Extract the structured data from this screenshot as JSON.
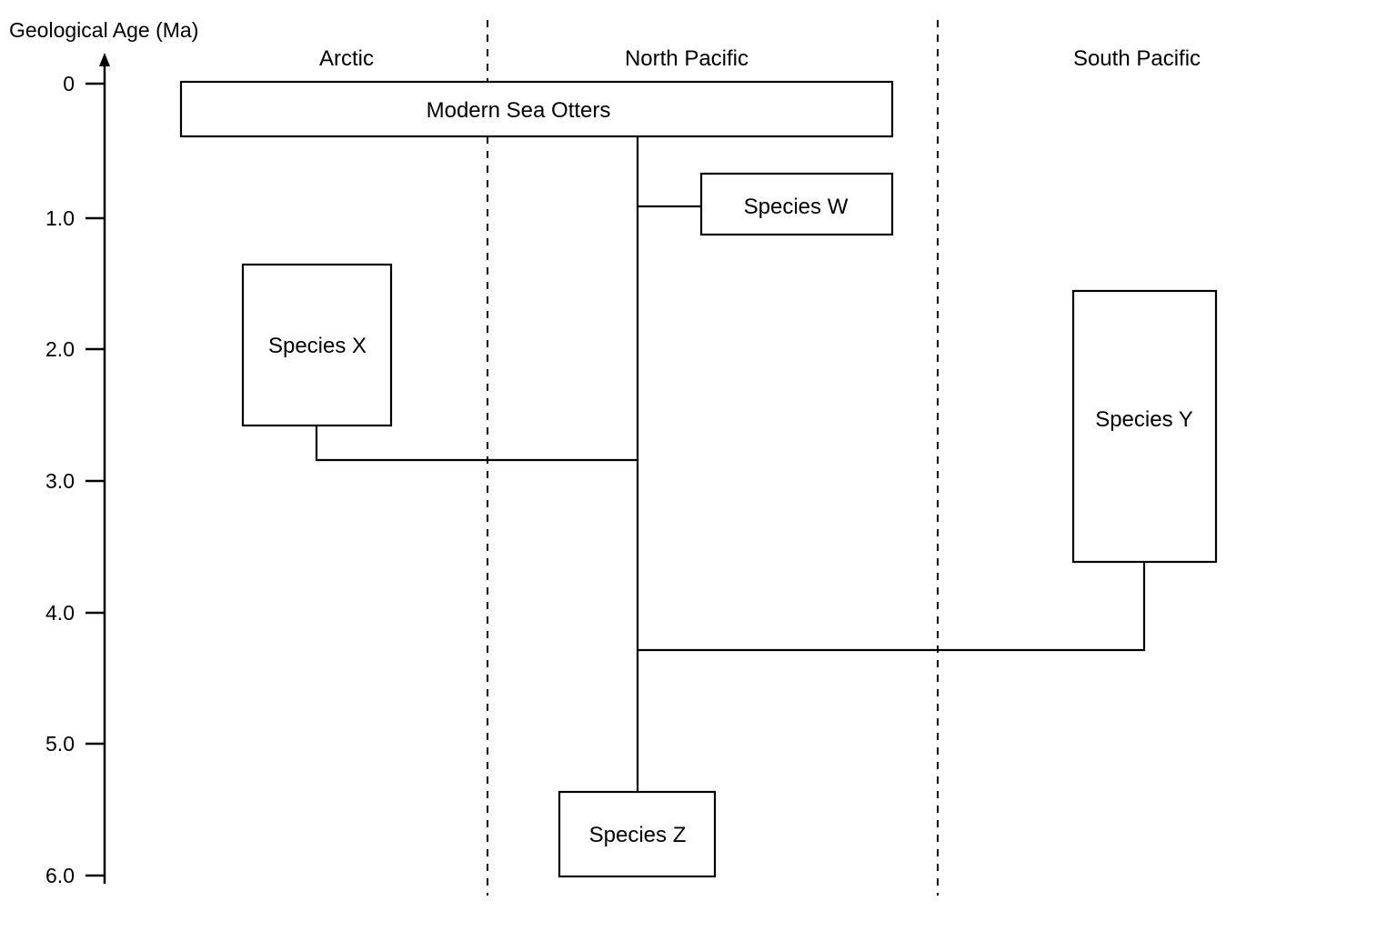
{
  "axis": {
    "title": "Geological Age (Ma)",
    "ticks": [
      "0",
      "1.0",
      "2.0",
      "3.0",
      "4.0",
      "5.0",
      "6.0"
    ]
  },
  "regions": {
    "arctic": "Arctic",
    "north_pacific": "North Pacific",
    "south_pacific": "South Pacific"
  },
  "taxa": {
    "modern": "Modern Sea Otters",
    "w": "Species W",
    "x": "Species X",
    "y": "Species Y",
    "z": "Species Z"
  }
}
